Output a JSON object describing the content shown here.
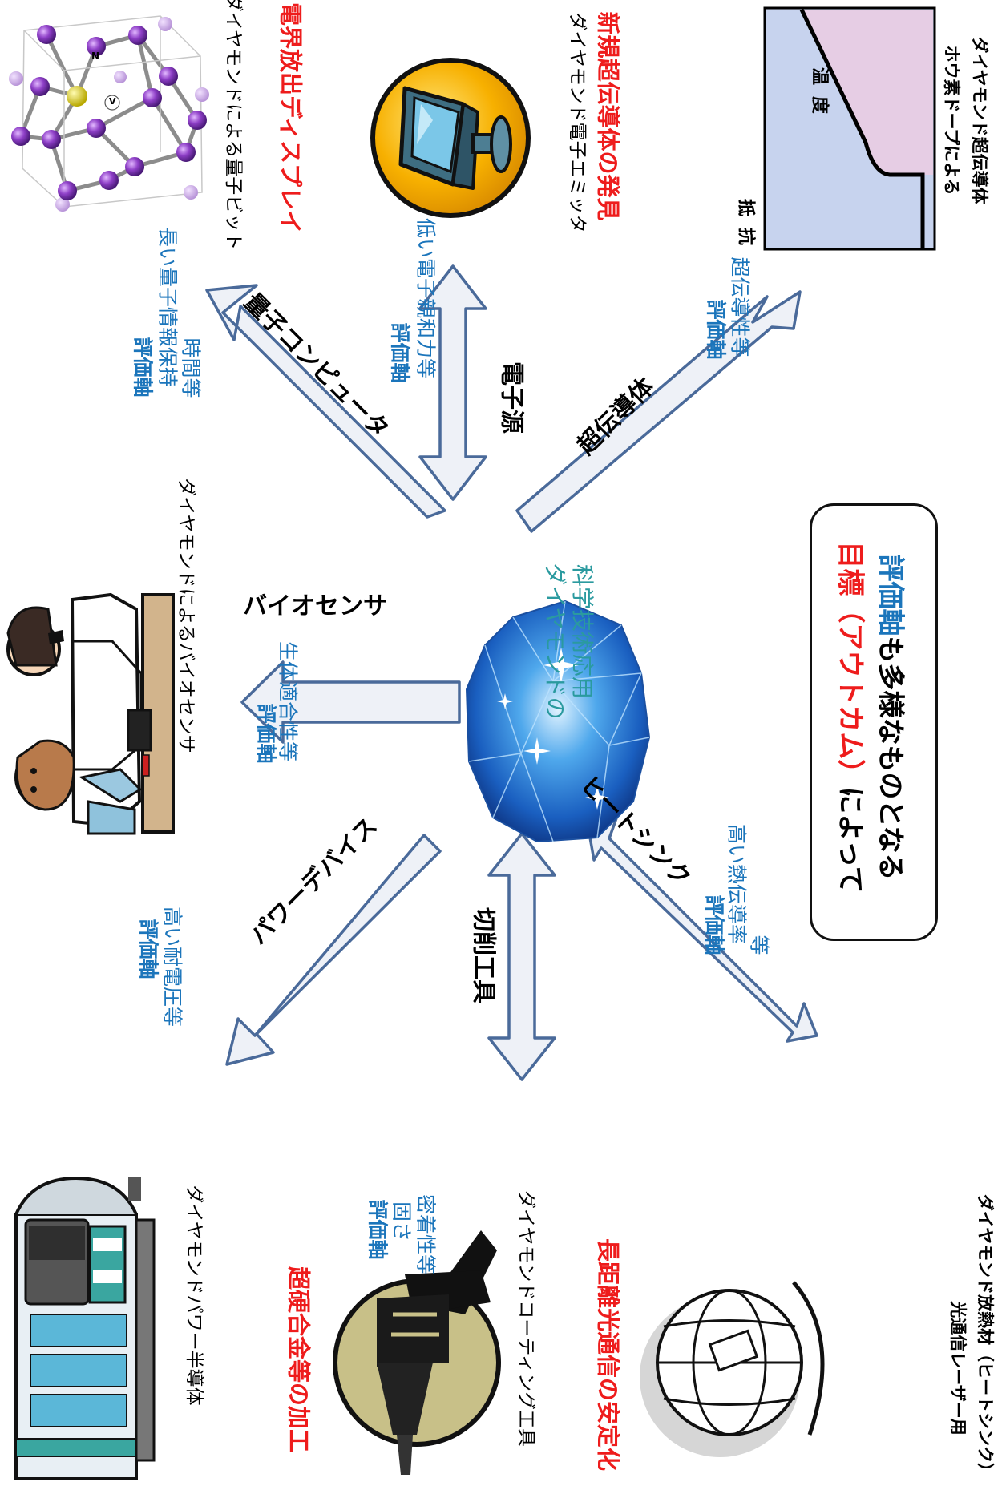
{
  "center": {
    "lines": [
      "ダイヤモンドの",
      "科学技術応用"
    ]
  },
  "branches": {
    "quantum": {
      "arrow_label": "量子コンピュータ",
      "axis_title": "評価軸",
      "axis_lines": [
        "長い量子情報保持",
        "時間等"
      ],
      "caption": "ダイヤモンドによる量子ビット",
      "labels": {
        "n": "N",
        "v": "V"
      }
    },
    "electron": {
      "arrow_label": "電子源",
      "axis_title": "評価軸",
      "axis_lines": [
        "低い電子親和力等"
      ],
      "headline": "電界放出ディスプレイ",
      "caption": "ダイヤモンド電子エミッタ"
    },
    "superconductor": {
      "arrow_label": "超伝導体",
      "axis_title": "評価軸",
      "axis_lines": [
        "超伝導性等"
      ],
      "headline": "新規超伝導体の発見",
      "caption_lines": [
        "ホウ素ドープによる",
        "ダイヤモンド超伝導体"
      ],
      "graph": {
        "x_label": "温度",
        "y_label": "抵抗"
      }
    },
    "biosensor": {
      "arrow_label": "バイオセンサ",
      "axis_title": "評価軸",
      "axis_lines": [
        "生体適合性等"
      ],
      "caption": "ダイヤモンドによるバイオセンサ"
    },
    "power": {
      "arrow_label": "パワーデバイス",
      "axis_title": "評価軸",
      "axis_lines": [
        "高い耐電圧等"
      ],
      "caption": "ダイヤモンドパワー半導体"
    },
    "cutting": {
      "arrow_label": "切削工具",
      "axis_title": "評価軸",
      "axis_lines": [
        "固さ",
        "密着性等"
      ],
      "headline": "超硬合金等の加工",
      "caption": "ダイヤモンドコーティング工具"
    },
    "heatsink": {
      "arrow_label": "ヒートシンク",
      "axis_title": "評価軸",
      "axis_lines": [
        "高い熱伝導率",
        "等"
      ],
      "headline": "長距離光通信の安定化",
      "caption_lines": [
        "光通信レーザー用",
        "ダイヤモンド放熱材（ヒートシンク）"
      ]
    }
  },
  "message": {
    "line1_red": "目標（アウトカム）",
    "line1_rest": "によって",
    "line2_blue": "評価軸",
    "line2_rest": "も多様なものとなる"
  },
  "colors": {
    "arrow_fill": "#eef1f7",
    "arrow_stroke": "#4a6a9a",
    "headline_red": "#ee1c1c",
    "axis_blue": "#1b75bb",
    "center_teal": "#2a9a9f",
    "graph_blue": "#c7d3ee",
    "graph_pink": "#e6cde4",
    "monitor_gold": "#f5a800",
    "crystal_purple": "#8e3fc7",
    "dopant_yellow": "#d4cc1e"
  },
  "icons": [
    "crystal-lattice-icon",
    "monitor-icon",
    "resistance-graph-icon",
    "doctor-patient-icon",
    "train-icon",
    "drill-hand-icon",
    "globe-icon",
    "diamond-gem-icon"
  ]
}
